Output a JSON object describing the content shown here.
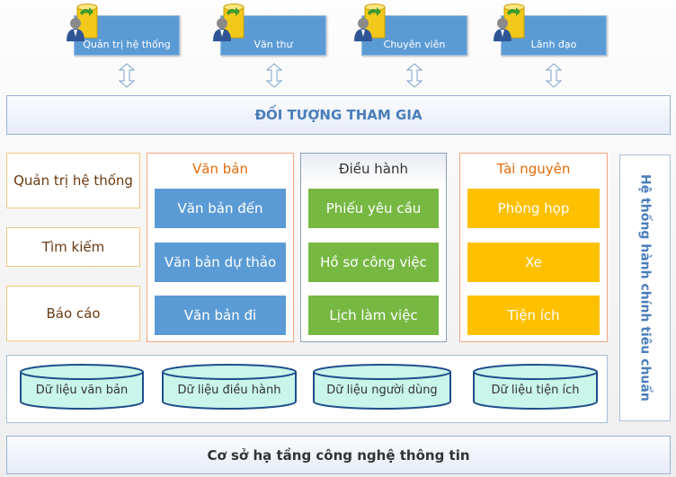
{
  "actors": [
    {
      "label": "Quản trị hệ thống"
    },
    {
      "label": "Văn thư"
    },
    {
      "label": "Chuyên viên"
    },
    {
      "label": "Lãnh đạo"
    }
  ],
  "participants_title": "ĐỐI TƯỢNG THAM GIA",
  "left_modules": [
    "Quản trị hệ thống",
    "Tìm kiếm",
    "Báo cáo"
  ],
  "groups": [
    {
      "title": "Văn bản",
      "items": [
        "Văn bản đến",
        "Văn bản dự thảo",
        "Văn bản đi"
      ],
      "color": "#5b9bd5"
    },
    {
      "title": "Điều hành",
      "items": [
        "Phiếu yêu cầu",
        "Hồ sơ công việc",
        "Lịch làm việc"
      ],
      "color": "#77b843"
    },
    {
      "title": "Tài nguyên",
      "items": [
        "Phòng họp",
        "Xe",
        "Tiện ích"
      ],
      "color": "#ffc000"
    }
  ],
  "side_label": "Hệ thống hành chính tiêu chuẩn",
  "databases": [
    "Dữ liệu văn bản",
    "Dữ liệu điều hành",
    "Dữ liệu người dùng",
    "Dữ liệu tiện ích"
  ],
  "infrastructure": "Cơ sở hạ tầng công nghệ thông tin"
}
